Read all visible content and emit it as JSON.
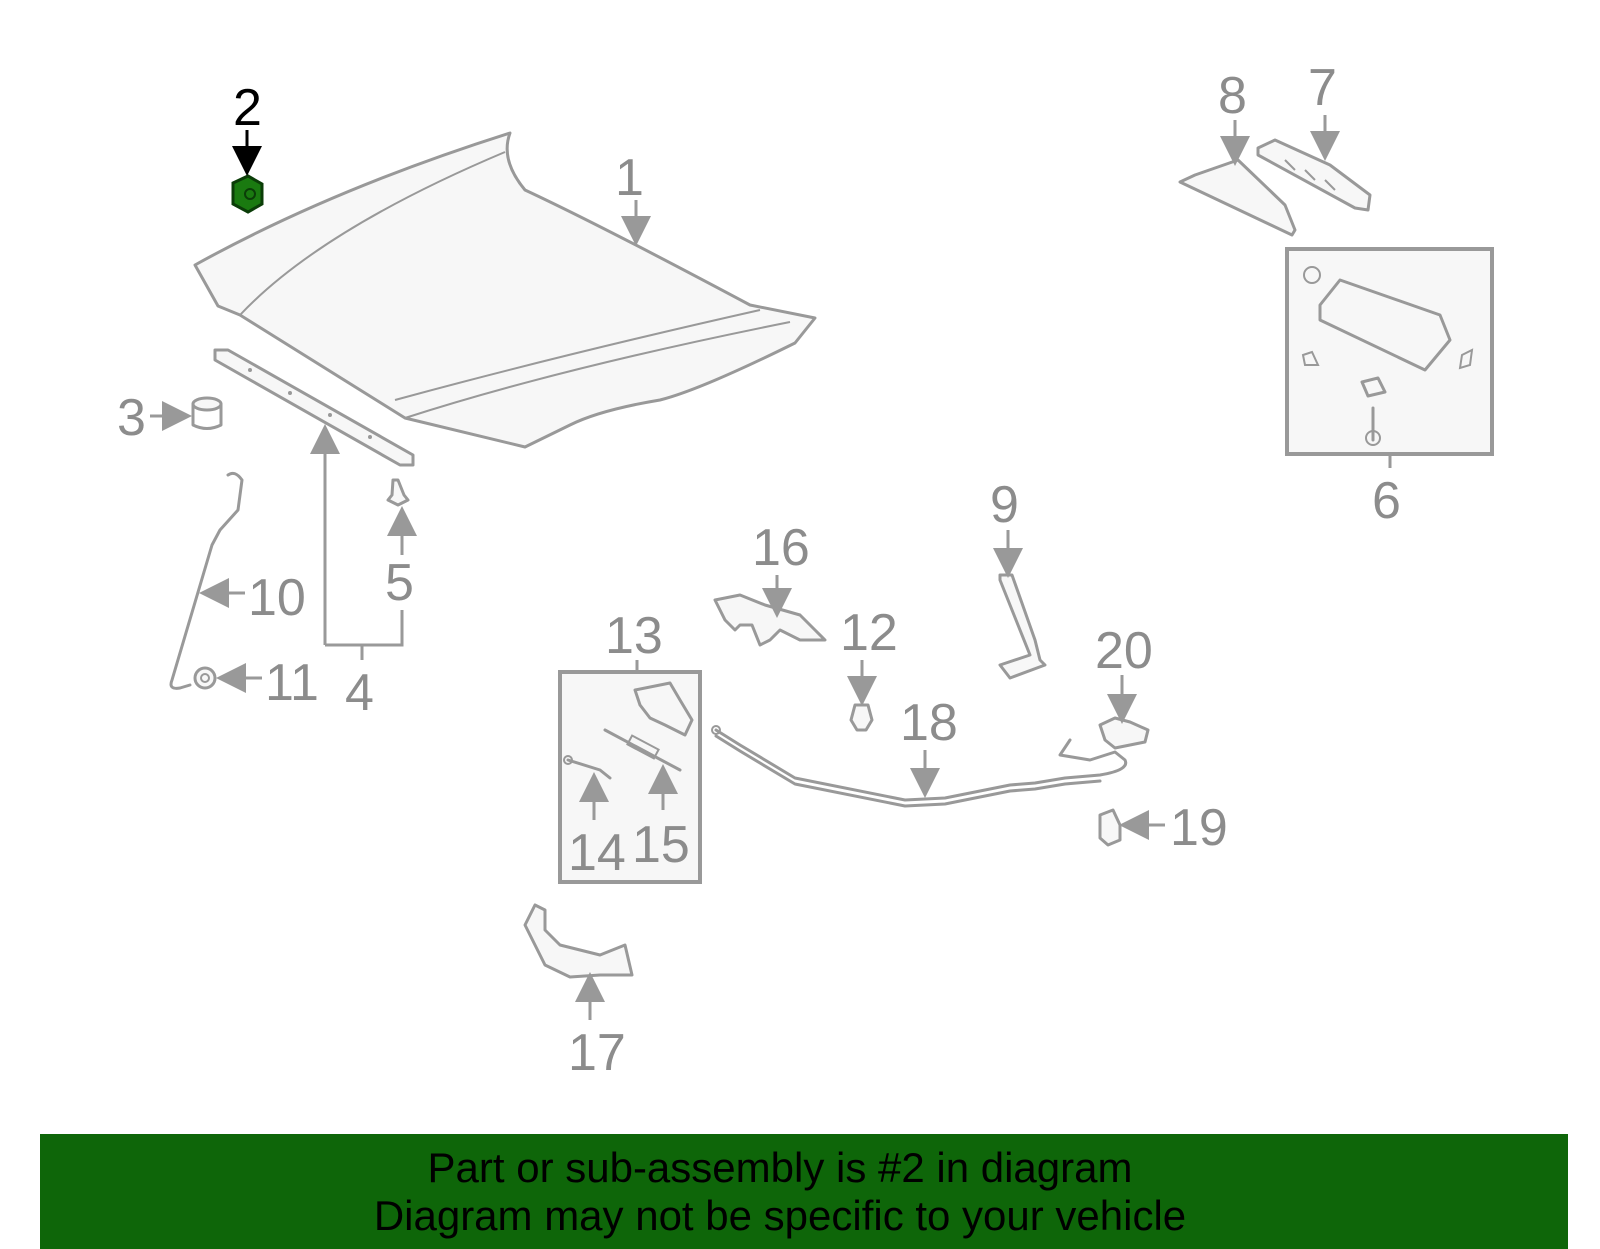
{
  "callouts": {
    "c1": "1",
    "c2": "2",
    "c3": "3",
    "c4": "4",
    "c5": "5",
    "c6": "6",
    "c7": "7",
    "c8": "8",
    "c9": "9",
    "c10": "10",
    "c11": "11",
    "c12": "12",
    "c13": "13",
    "c14": "14",
    "c15": "15",
    "c16": "16",
    "c17": "17",
    "c18": "18",
    "c19": "19",
    "c20": "20"
  },
  "highlight": {
    "part": "2",
    "color": "#1a7a10"
  },
  "banner": {
    "line1": "Part or sub-assembly is #2 in diagram",
    "line2": "Diagram may not be specific to your vehicle",
    "color": "#0e6609"
  }
}
